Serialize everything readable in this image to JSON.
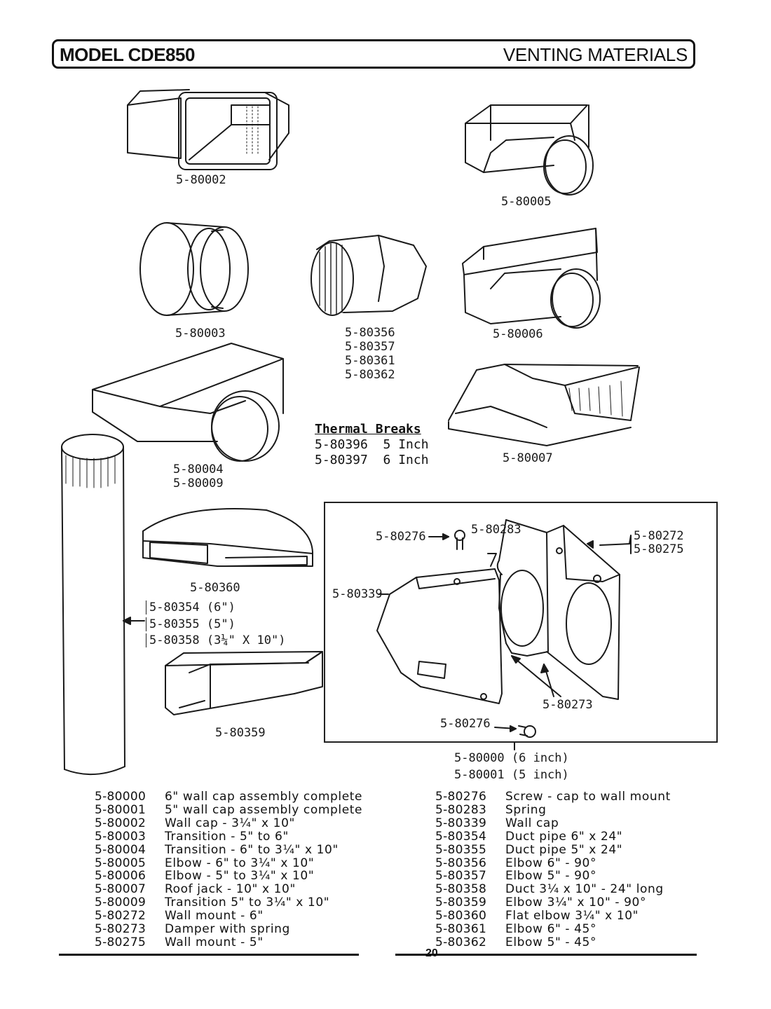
{
  "header": {
    "model": "MODEL CDE850",
    "section": "VENTING MATERIALS"
  },
  "figure_labels": {
    "p80002": "5-80002",
    "p80005": "5-80005",
    "p80003": "5-80003",
    "p80356_group": [
      "5-80356",
      "5-80357",
      "5-80361",
      "5-80362"
    ],
    "p80006": "5-80006",
    "p80004_group": [
      "5-80004",
      "5-80009"
    ],
    "p80007": "5-80007",
    "p80360": "5-80360",
    "duct_group": [
      "5-80354 (6\")",
      "5-80355 (5\")",
      "5-80358 (3¼\" X 10\")"
    ],
    "p80359": "5-80359",
    "inset_276_top": "5-80276",
    "inset_283": "5-80283",
    "inset_272_group": [
      "5-80272",
      "5-80275"
    ],
    "inset_339": "5-80339",
    "inset_273": "5-80273",
    "inset_276_bottom": "5-80276",
    "assembly_group": [
      "5-80000 (6 inch)",
      "5-80001 (5 inch)"
    ]
  },
  "thermal_breaks": {
    "title": "Thermal Breaks",
    "rows": [
      {
        "part": "5-80396",
        "size": "5 Inch"
      },
      {
        "part": "5-80397",
        "size": "6 Inch"
      }
    ]
  },
  "parts_list_left": [
    {
      "num": "5-80000",
      "desc": "6\" wall cap assembly complete"
    },
    {
      "num": "5-80001",
      "desc": "5\" wall cap assembly complete"
    },
    {
      "num": "5-80002",
      "desc": "Wall cap - 3¼\" x 10\""
    },
    {
      "num": "5-80003",
      "desc": "Transition - 5\" to 6\""
    },
    {
      "num": "5-80004",
      "desc": "Transition - 6\" to 3¼\" x 10\""
    },
    {
      "num": "5-80005",
      "desc": "Elbow - 6\" to 3¼\" x 10\""
    },
    {
      "num": "5-80006",
      "desc": "Elbow - 5\" to 3¼\" x 10\""
    },
    {
      "num": "5-80007",
      "desc": "Roof jack - 10\" x 10\""
    },
    {
      "num": "5-80009",
      "desc": "Transition 5\" to 3¼\" x 10\""
    },
    {
      "num": "5-80272",
      "desc": "Wall mount - 6\""
    },
    {
      "num": "5-80273",
      "desc": "Damper with spring"
    },
    {
      "num": "5-80275",
      "desc": "Wall mount - 5\""
    }
  ],
  "parts_list_right": [
    {
      "num": "5-80276",
      "desc": "Screw - cap to wall mount"
    },
    {
      "num": "5-80283",
      "desc": "Spring"
    },
    {
      "num": "5-80339",
      "desc": "Wall cap"
    },
    {
      "num": "5-80354",
      "desc": "Duct pipe 6\" x 24\""
    },
    {
      "num": "5-80355",
      "desc": "Duct pipe 5\" x 24\""
    },
    {
      "num": "5-80356",
      "desc": "Elbow 6\" - 90°"
    },
    {
      "num": "5-80357",
      "desc": "Elbow 5\" - 90°"
    },
    {
      "num": "5-80358",
      "desc": "Duct 3¼ x 10\" - 24\" long"
    },
    {
      "num": "5-80359",
      "desc": "Elbow 3¼\" x 10\" - 90°"
    },
    {
      "num": "5-80360",
      "desc": "Flat elbow 3¼\" x 10\""
    },
    {
      "num": "5-80361",
      "desc": "Elbow 6\" - 45°"
    },
    {
      "num": "5-80362",
      "desc": "Elbow 5\" - 45°"
    }
  ],
  "footer": {
    "page_number": "20"
  }
}
